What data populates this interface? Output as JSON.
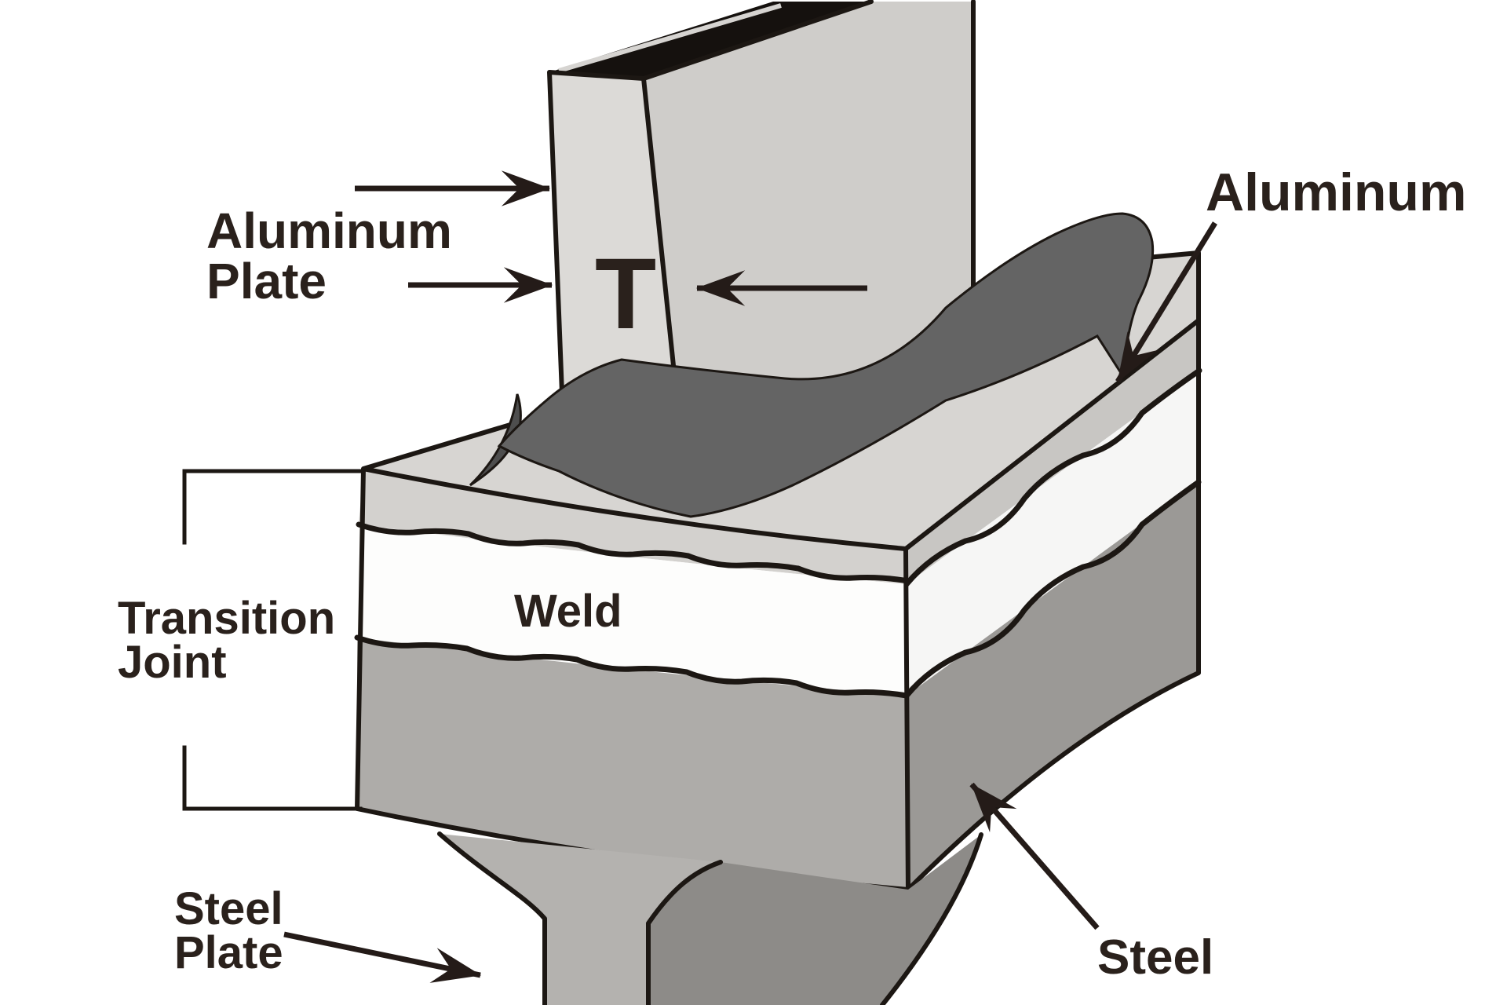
{
  "diagram": {
    "description": "Isometric cutaway diagram of an aluminum-to-steel structural transition joint",
    "labels": {
      "aluminum_plate_line1": "Aluminum",
      "aluminum_plate_line2": "Plate",
      "plate_thickness": "T",
      "aluminum_layer": "Aluminum",
      "weld_layer": "Weld",
      "transition_joint_line1": "Transition",
      "transition_joint_line2": "Joint",
      "steel_plate_line1": "Steel",
      "steel_plate_line2": "Plate",
      "steel_layer": "Steel"
    },
    "colors": {
      "background": "#ffffff",
      "line": "#1c1713",
      "text": "#2a211c",
      "aluminum_strip": "#dcdad7",
      "aluminum_face": "#cfcdca",
      "bar_top_face": "#d7d5d2",
      "weld_white": "#fdfdfc",
      "steel_front": "#aeaca9",
      "steel_side": "#9b9996",
      "fillet_weld_dark": "#646464",
      "bottom_plate_front": "#b4b2af",
      "bottom_plate_side": "#8d8b88"
    },
    "annotations": [
      {
        "label": "Aluminum Plate",
        "arrow_count": 2,
        "points": "right toward vertical top plate"
      },
      {
        "label": "T",
        "points": "plate thickness, arrow from right"
      },
      {
        "label": "Aluminum",
        "points": "down-left onto top aluminum layer of joint"
      },
      {
        "label": "Transition Joint",
        "bracket": "left side spanning joint bar height"
      },
      {
        "label": "Steel Plate",
        "points": "down-right toward lower vertical plate"
      },
      {
        "label": "Steel",
        "points": "up-left onto steel layer of joint"
      }
    ]
  }
}
